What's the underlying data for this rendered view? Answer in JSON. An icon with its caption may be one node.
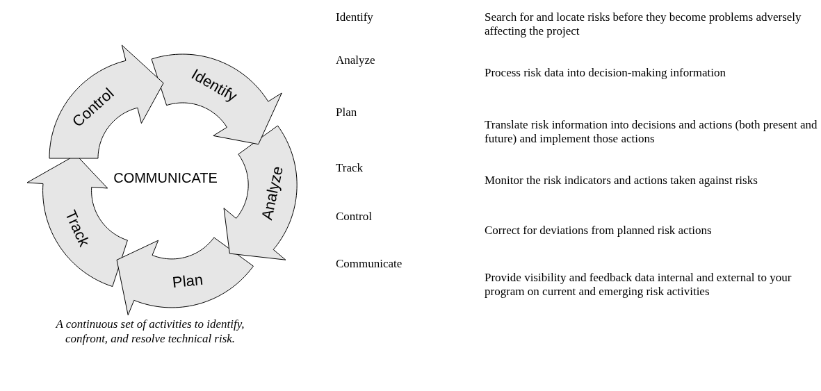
{
  "diagram": {
    "caption": "A continuous set of activities to identify, confront, and resolve technical risk.",
    "nodes": [
      {
        "text": [
          "Identify"
        ]
      },
      {
        "text": [
          "Analyze"
        ]
      },
      {
        "text": [
          "Plan"
        ]
      },
      {
        "text": [
          "Track"
        ]
      },
      {
        "text": [
          "Control"
        ]
      }
    ],
    "labels": [
      "COMMUNICATE",
      "Identify",
      "Search for and locate risks before they become problems adversely affecting the project",
      "Analyze",
      "Process risk data into decision-making information",
      "Plan",
      "Translate risk information into decisions and actions (both present and future) and implement those actions",
      "Track",
      "Monitor the risk indicators and actions taken against risks",
      "Control",
      "Correct for deviations from planned risk actions",
      "Communicate",
      "Provide visibility and feedback data internal and external to your program on current and emerging risk activities"
    ]
  }
}
